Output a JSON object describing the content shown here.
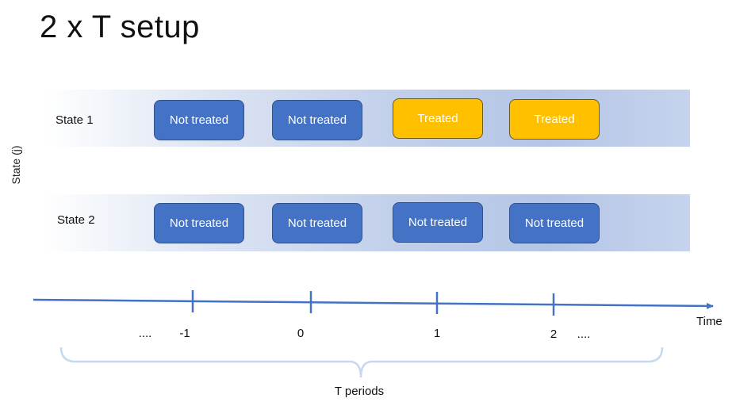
{
  "title": "2 x T setup",
  "y_axis_label": "State (j)",
  "rows": [
    {
      "label": "State 1",
      "cells": [
        {
          "text": "Not treated",
          "status": "not-treated"
        },
        {
          "text": "Not treated",
          "status": "not-treated"
        },
        {
          "text": "Treated",
          "status": "treated"
        },
        {
          "text": "Treated",
          "status": "treated"
        }
      ]
    },
    {
      "label": "State 2",
      "cells": [
        {
          "text": "Not treated",
          "status": "not-treated"
        },
        {
          "text": "Not treated",
          "status": "not-treated"
        },
        {
          "text": "Not treated",
          "status": "not-treated"
        },
        {
          "text": "Not treated",
          "status": "not-treated"
        }
      ]
    }
  ],
  "timeline": {
    "axis_label": "Time",
    "leading_ellipsis": "....",
    "trailing_ellipsis": "....",
    "ticks": [
      "-1",
      "0",
      "1",
      "2"
    ],
    "brace_label": "T periods"
  },
  "colors": {
    "not_treated": "#4472c4",
    "treated": "#ffc000",
    "axis": "#4472c4",
    "brace": "#c5d8ef"
  }
}
